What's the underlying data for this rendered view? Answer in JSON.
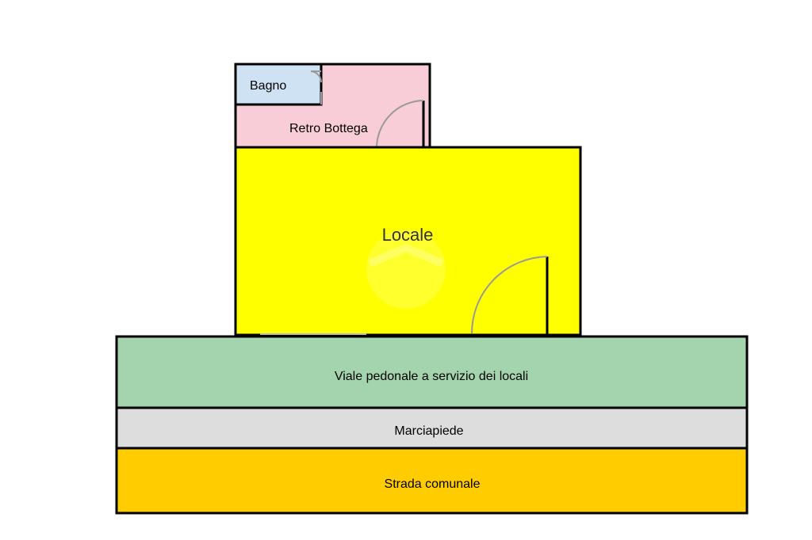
{
  "rooms": {
    "bagno": {
      "label": "Bagno",
      "color": "#cfe2f3"
    },
    "retro_bottega": {
      "label": "Retro Bottega",
      "color": "#f9cdd7"
    },
    "locale": {
      "label": "Locale",
      "color": "#ffff00"
    }
  },
  "outside": {
    "viale": {
      "label": "Viale pedonale a servizio dei locali",
      "color": "#a4d4ae"
    },
    "marciapiede": {
      "label": "Marciapiede",
      "color": "#dddddd"
    },
    "strada": {
      "label": "Strada comunale",
      "color": "#ffcc00"
    }
  },
  "colors": {
    "wall": "#000000",
    "door_arc": "#999999"
  }
}
